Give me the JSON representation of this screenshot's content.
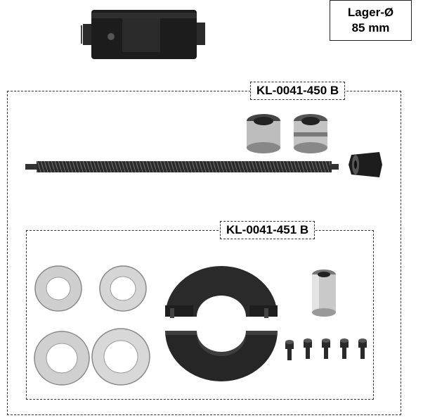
{
  "badge": {
    "line1": "Lager-Ø",
    "line2": "85 mm"
  },
  "kits": {
    "outer_label": "KL-0041-450 B",
    "inner_label": "KL-0041-451 B"
  },
  "colors": {
    "part_dark": "#1f1f1f",
    "part_light": "#d8d8d8",
    "dash": "#333333"
  }
}
